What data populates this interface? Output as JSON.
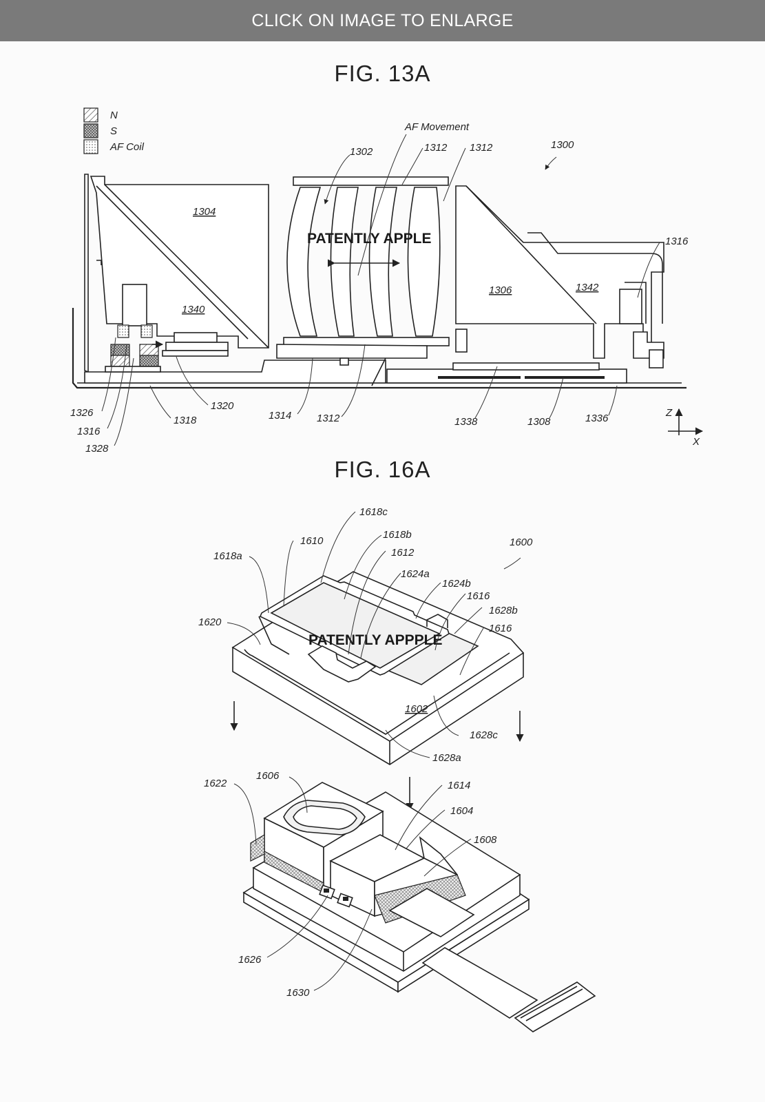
{
  "banner": "CLICK ON IMAGE TO ENLARGE",
  "fig13": {
    "title": "FIG. 13A",
    "legend": [
      "N",
      "S",
      "AF Coil"
    ],
    "af_movement": "AF Movement",
    "watermark": "PATENTLY APPLE",
    "labels": {
      "l1300": "1300",
      "l1302": "1302",
      "l1312a": "1312",
      "l1312b": "1312",
      "l1304": "1304",
      "l1340": "1340",
      "l1306": "1306",
      "l1342": "1342",
      "l1316top": "1316",
      "l1326": "1326",
      "l1316bot": "1316",
      "l1328": "1328",
      "l1318": "1318",
      "l1320": "1320",
      "l1314": "1314",
      "l1312c": "1312",
      "l1338": "1338",
      "l1308": "1308",
      "l1336": "1336"
    },
    "axes": {
      "z": "Z",
      "x": "X"
    }
  },
  "fig16": {
    "title": "FIG. 16A",
    "watermark": "PATENTLY APPPLE",
    "labels": {
      "l1618c": "1618c",
      "l1618b": "1618b",
      "l1610": "1610",
      "l1618a": "1618a",
      "l1612": "1612",
      "l1624a": "1624a",
      "l1624b": "1624b",
      "l1616a": "1616",
      "l1628b": "1628b",
      "l1616b": "1616",
      "l1620": "1620",
      "l1600": "1600",
      "l1602": "1602",
      "l1628c": "1628c",
      "l1628a": "1628a",
      "l1606": "1606",
      "l1622": "1622",
      "l1614": "1614",
      "l1604": "1604",
      "l1608": "1608",
      "l1626": "1626",
      "l1630": "1630"
    }
  }
}
